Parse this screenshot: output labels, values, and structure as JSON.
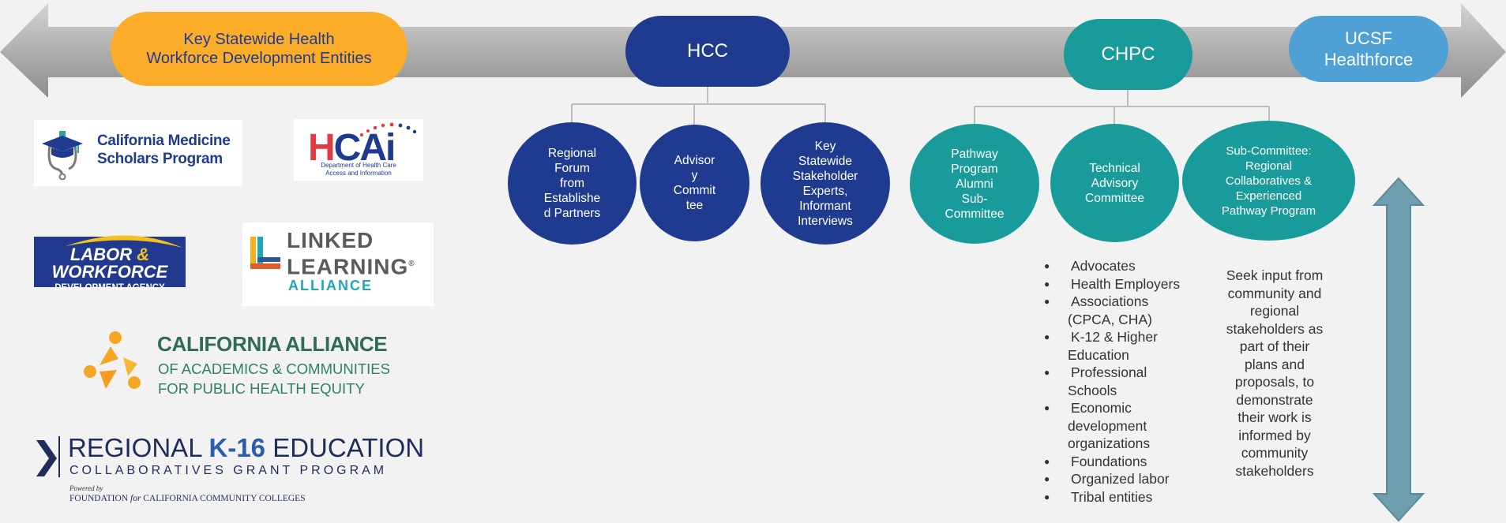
{
  "header": {
    "entities_label": [
      "Key Statewide Health",
      "Workforce Development Entities"
    ],
    "hcc_label": "HCC",
    "chpc_label": "CHPC",
    "ucsf_label": [
      "UCSF",
      "Healthforce"
    ]
  },
  "hcc_nodes": [
    [
      "Regional",
      "Forum",
      "from",
      "Establishe",
      "d Partners"
    ],
    [
      "Advisor",
      "y",
      "Commit",
      "tee"
    ],
    [
      "Key",
      "Statewide",
      "Stakeholder",
      "Experts,",
      "Informant",
      "Interviews"
    ]
  ],
  "chpc_nodes": [
    [
      "Pathway",
      "Program",
      "Alumni",
      "Sub-",
      "Committee"
    ],
    [
      "Technical",
      "Advisory",
      "Committee"
    ],
    [
      "Sub-Committee:",
      "Regional",
      "Collaboratives &",
      "Experienced",
      "Pathway Program"
    ]
  ],
  "stakeholders": [
    [
      "Advocates"
    ],
    [
      "Health Employers"
    ],
    [
      "Associations",
      "(CPCA, CHA)"
    ],
    [
      "K-12 & Higher",
      "Education"
    ],
    [
      "Professional",
      "Schools"
    ],
    [
      "Economic",
      "development",
      "organizations"
    ],
    [
      "Foundations"
    ],
    [
      "Organized labor"
    ],
    [
      "Tribal entities"
    ]
  ],
  "note_text": [
    "Seek input from",
    "community and",
    "regional",
    "stakeholders as",
    "part of their",
    "plans and",
    "proposals, to",
    "demonstrate",
    "their work is",
    "informed by",
    "community",
    "stakeholders"
  ],
  "logos": {
    "cmsp": [
      "California Medicine",
      "Scholars Program"
    ],
    "hcai": {
      "mark": "HCAi",
      "sub": [
        "Department of Health Care",
        "Access and Information"
      ]
    },
    "lwda": [
      "LABOR",
      "&",
      "WORKFORCE",
      "DEVELOPMENT AGENCY"
    ],
    "lla": [
      "LINKED",
      "LEARNING",
      "®",
      "ALLIANCE"
    ],
    "caace": [
      "CALIFORNIA ALLIANCE",
      "OF ACADEMICS & COMMUNITIES",
      "FOR PUBLIC HEALTH EQUITY"
    ],
    "k16": {
      "title_pre": "REGIONAL ",
      "title_k": "K-16",
      "title_post": " EDUCATION",
      "sub": "COLLABORATIVES GRANT PROGRAM",
      "powered": "Powered by",
      "foundation_a": "FOUNDATION ",
      "foundation_for": "for",
      "foundation_b": " CALIFORNIA COMMUNITY COLLEGES"
    }
  },
  "colors": {
    "orange": "#fbad2a",
    "navy": "#1e3b8f",
    "teal": "#199b9b",
    "light_blue": "#4fa0d4",
    "arrow_gray": "#9a9a9a",
    "vertical_arrow": "#6f9fae"
  }
}
